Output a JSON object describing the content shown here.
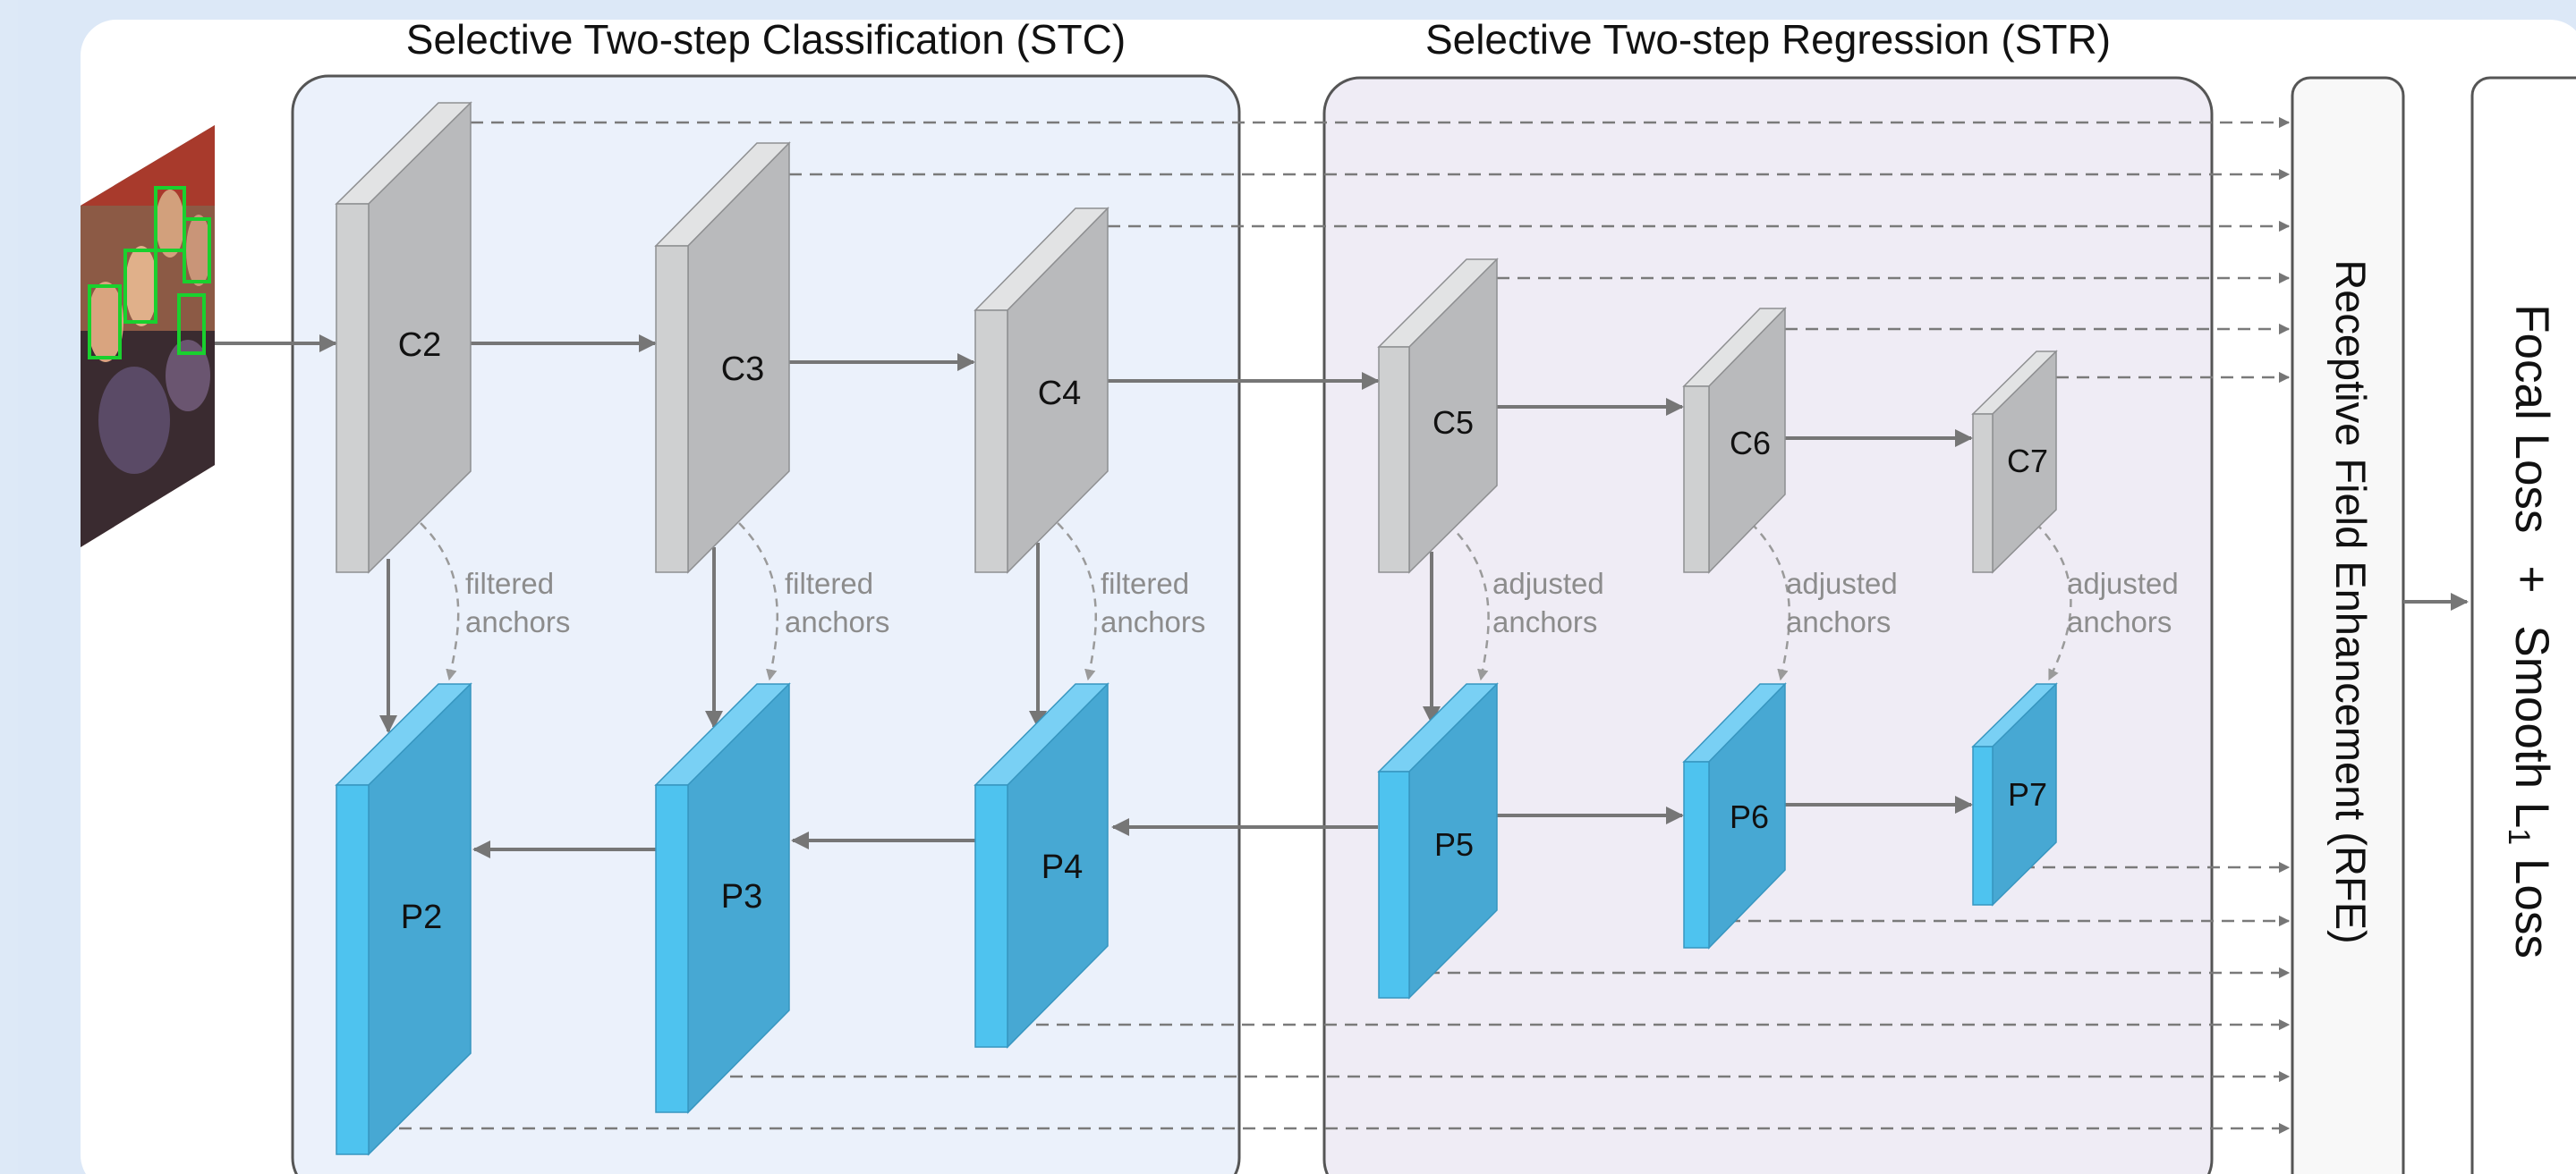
{
  "sections": {
    "stc_title": "Selective Two-step Classification (STC)",
    "str_title": "Selective Two-step Regression (STR)"
  },
  "blocks": {
    "c2": "C2",
    "c3": "C3",
    "c4": "C4",
    "c5": "C5",
    "c6": "C6",
    "c7": "C7",
    "p2": "P2",
    "p3": "P3",
    "p4": "P4",
    "p5": "P5",
    "p6": "P6",
    "p7": "P7"
  },
  "annotations": {
    "filtered_line1": "filtered",
    "filtered_line2": "anchors",
    "adjusted_line1": "adjusted",
    "adjusted_line2": "anchors"
  },
  "rfe_label": "Receptive Field Enhancement (RFE)",
  "loss_label": {
    "focal": "Focal Loss",
    "plus": "+",
    "smooth": "Smooth L",
    "subscript": "1",
    "loss": " Loss"
  },
  "colors": {
    "background": "#dde9f7",
    "stc_panel": "#ebf1fb",
    "str_panel": "#efecf5",
    "c_block_front": "#b9babc",
    "p_block_front": "#47a8d3",
    "p_block_side": "#4ec3ef",
    "arrow": "#767676"
  }
}
